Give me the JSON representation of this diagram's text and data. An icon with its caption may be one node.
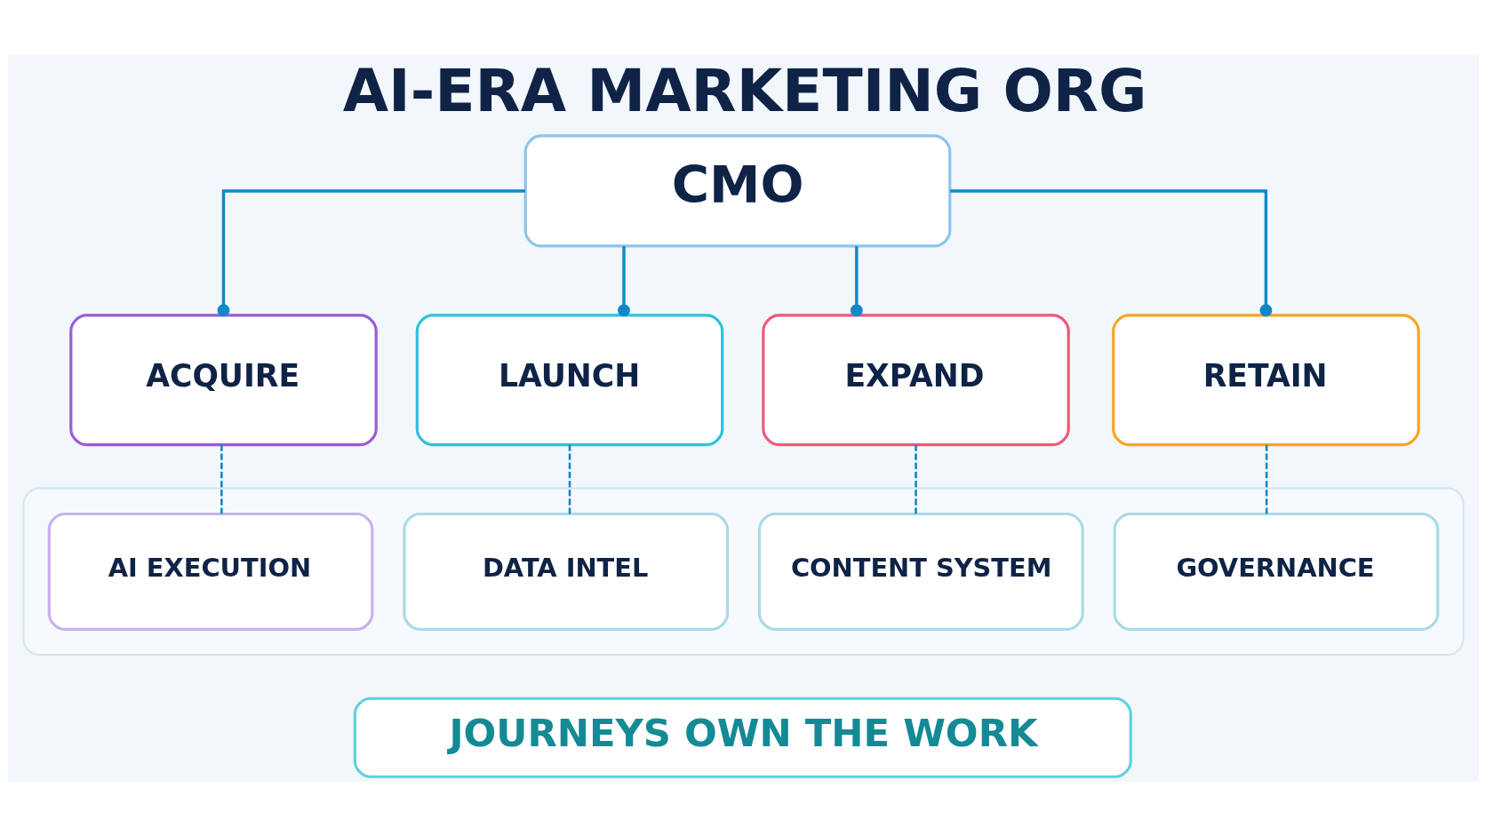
{
  "diagram": {
    "title": "AI-ERA MARKETING ORG",
    "nodes": [
      {
        "text": [
          "CMO"
        ]
      },
      {
        "text": [
          "ACQUIRE"
        ]
      },
      {
        "text": [
          "LAUNCH"
        ]
      },
      {
        "text": [
          "EXPAND"
        ]
      },
      {
        "text": [
          "RETAIN"
        ]
      },
      {
        "text": [],
        "shape": "box"
      },
      {
        "text": [
          "AI EXECUTION"
        ],
        "in": 5
      },
      {
        "text": [
          "DATA INTEL"
        ],
        "in": 5
      },
      {
        "text": [
          "CONTENT SYSTEM"
        ],
        "in": 5
      },
      {
        "text": [
          "GOVERNANCE"
        ],
        "in": 5
      },
      {
        "text": [
          "JOURNEYS OWN THE WORK"
        ]
      }
    ],
    "edges": [
      {
        "from": 0,
        "to": 1,
        "arrow": "other"
      },
      {
        "from": 0,
        "to": 2,
        "arrow": "other"
      },
      {
        "from": 0,
        "to": 3,
        "arrow": "other"
      },
      {
        "from": 0,
        "to": 4,
        "arrow": "other"
      },
      {
        "from": 1,
        "to": 6,
        "arrow": "none",
        "style": "dashed"
      },
      {
        "from": 2,
        "to": 7,
        "arrow": "none",
        "style": "dashed"
      },
      {
        "from": 3,
        "to": 8,
        "arrow": "none",
        "style": "dashed"
      },
      {
        "from": 4,
        "to": 9,
        "arrow": "none",
        "style": "dashed"
      }
    ]
  }
}
